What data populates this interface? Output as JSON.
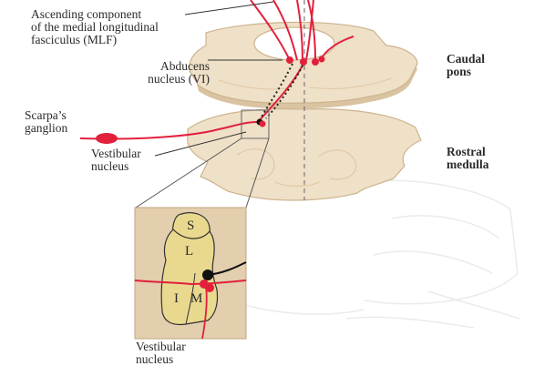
{
  "labels": {
    "mlf": "Ascending component\nof the medial longitudinal\nfasciculus (MLF)",
    "abducens": "Abducens\nnucleus (VI)",
    "scarpa": "Scarpa’s\nganglion",
    "vestibular_nucleus": "Vestibular\nnucleus",
    "caudal_pons": "Caudal\npons",
    "rostral_medulla": "Rostral\nmedulla",
    "inset_caption": "Vestibular\nnucleus"
  },
  "inset_subnuclei": {
    "superior": "S",
    "lateral": "L",
    "inferior": "I",
    "medial": "M"
  },
  "colors": {
    "tissue": "#efe0c8",
    "tissue_edge": "#cdb48e",
    "tissue_shadow": "#d9c3a0",
    "tract": "#e2203c",
    "inset_bg": "#e3ceae",
    "nucleus_fill": "#e9d98f",
    "line": "#333333"
  }
}
